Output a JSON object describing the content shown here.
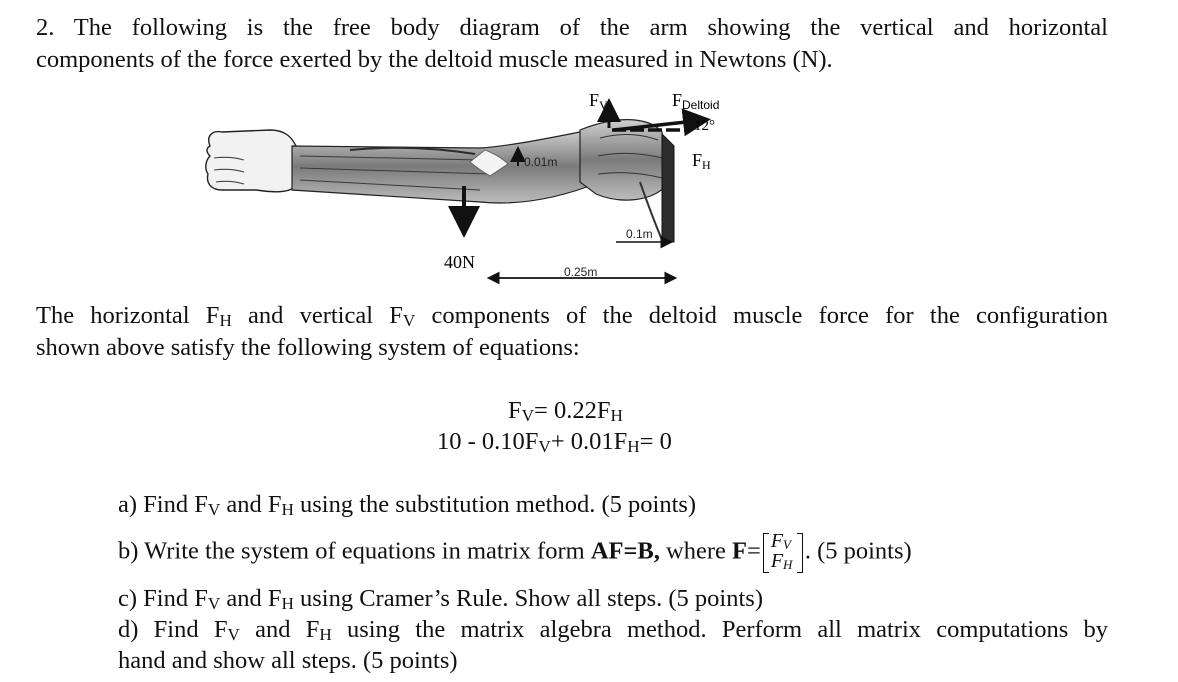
{
  "intro": {
    "line1": "2. The following is the free body diagram of the arm showing the vertical and horizontal",
    "line2": "components of the force exerted by the deltoid muscle measured in Newtons (N)."
  },
  "figure": {
    "fv_main": "F",
    "fv_sub": "V",
    "fdeltoid_main": "F",
    "fdeltoid_sub": "Deltoid",
    "angle": "12°",
    "fh_main": "F",
    "fh_sub": "H",
    "d1": "0.01m",
    "weight": "40N",
    "d2": "0.1m",
    "d3": "0.25m"
  },
  "para2": {
    "line1_a": "The horizontal F",
    "line1_b": "H",
    "line1_c": " and vertical F",
    "line1_d": "V",
    "line1_e": " components of the deltoid muscle force for the configuration",
    "line2": "shown above satisfy the following system of equations:"
  },
  "equations": {
    "eq1_a": "F",
    "eq1_b": "V",
    "eq1_c": "= 0.22F",
    "eq1_d": "H",
    "eq2_a": "10 - 0.10F",
    "eq2_b": "V",
    "eq2_c": "+ 0.01F",
    "eq2_d": "H",
    "eq2_e": "= 0"
  },
  "questions": {
    "a_1": "a) Find F",
    "a_2": "V",
    "a_3": " and F",
    "a_4": "H",
    "a_5": " using the substitution method. (5 points)",
    "b_1": "b) Write the system of equations in matrix form ",
    "b_2": "AF=B,",
    "b_3": " where ",
    "b_4": "F",
    "b_5": "=",
    "b_m1": "F",
    "b_m1s": "V",
    "b_m2": "F",
    "b_m2s": "H",
    "b_6": ". (5 points)",
    "c_1": "c) Find F",
    "c_2": "V",
    "c_3": " and F",
    "c_4": "H",
    "c_5": " using Cramer’s Rule.  Show all steps. (5 points)",
    "d_1": "d) Find F",
    "d_2": "V",
    "d_3": " and F",
    "d_4": "H",
    "d_5": " using the matrix algebra method. Perform all matrix computations by",
    "d_line2": "hand and show all steps. (5 points)"
  },
  "colors": {
    "text": "#111111",
    "arm_skin": "#e6e6e6",
    "muscle_dark": "#3a3a3a"
  }
}
